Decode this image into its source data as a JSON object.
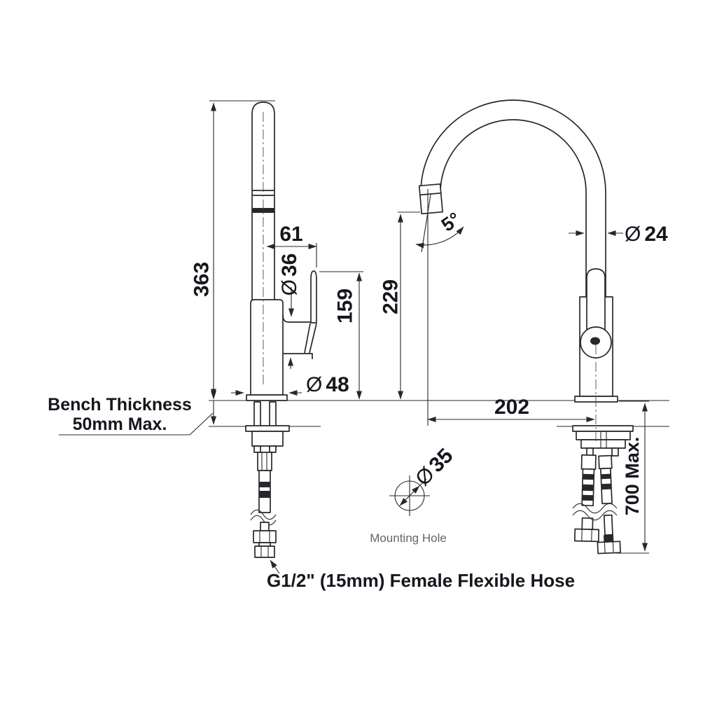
{
  "dimensions": {
    "overall_height": {
      "value": "363"
    },
    "spout_offset": {
      "value": "61"
    },
    "body_diameter": {
      "symbol": "Ø",
      "value": "36"
    },
    "handle_top_height": {
      "value": "159"
    },
    "base_diameter": {
      "symbol": "Ø",
      "value": "48"
    },
    "outlet_height": {
      "value": "229"
    },
    "outlet_angle": {
      "value": "5°"
    },
    "spout_tube_diameter": {
      "symbol": "Ø",
      "value": "24"
    },
    "spout_reach": {
      "value": "202"
    },
    "hose_length": {
      "value": "700 Max."
    },
    "mounting_hole_diameter": {
      "symbol": "Ø",
      "value": "35"
    }
  },
  "notes": {
    "bench_thickness_line1": "Bench Thickness",
    "bench_thickness_line2": "50mm Max.",
    "mounting_hole": "Mounting Hole",
    "hose_spec": "G1/2\" (15mm) Female Flexible Hose"
  },
  "colors": {
    "line": "#26282c",
    "dim_text": "#15171c",
    "note_text": "#64666b",
    "background": "#ffffff"
  }
}
